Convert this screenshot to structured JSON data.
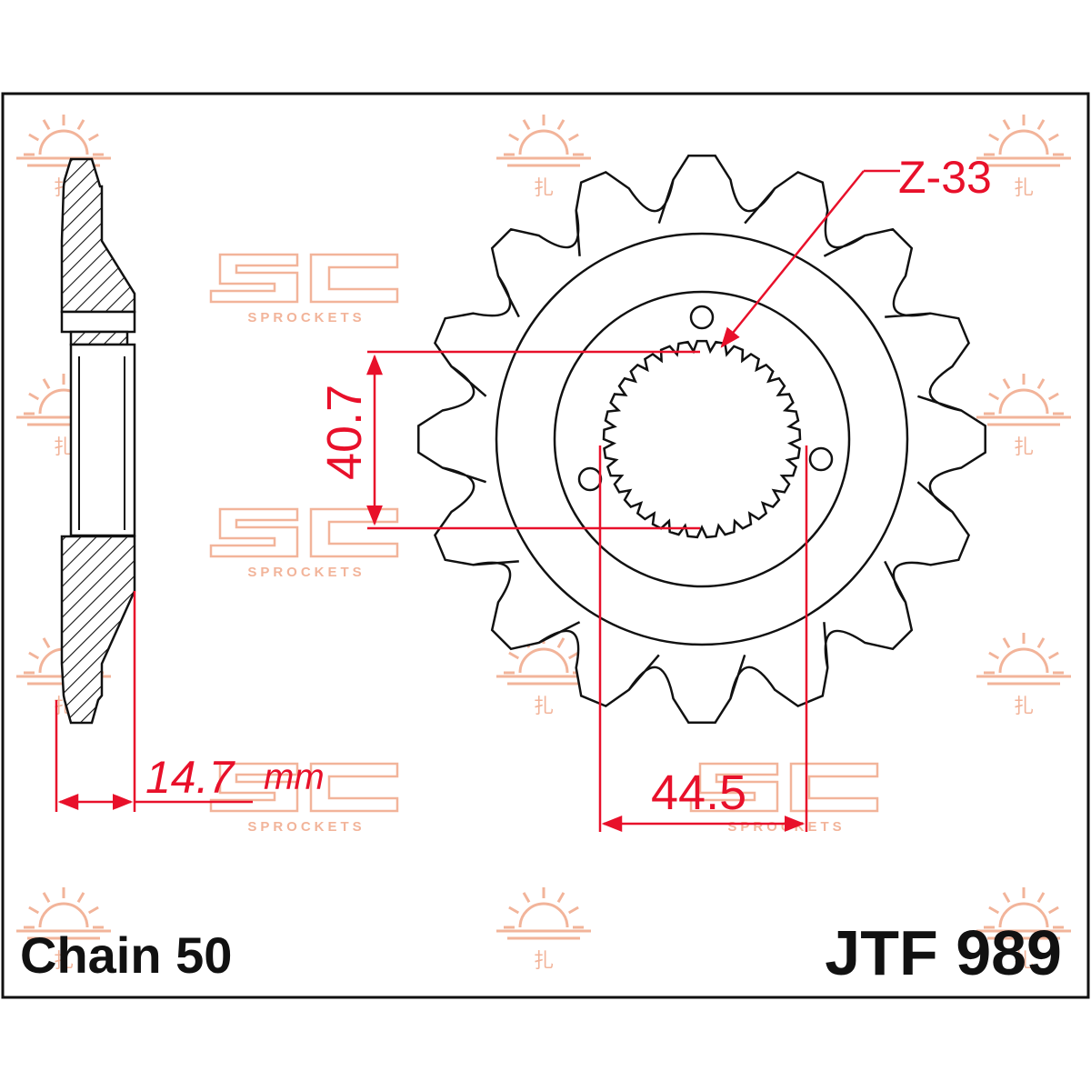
{
  "diagram": {
    "teeth_label": "Z-33",
    "height_dim": "40.7",
    "offset_dim": "14.7",
    "offset_unit": "mm",
    "width_dim": "44.5",
    "chain_label": "Chain 50",
    "part_number": "JTF 989"
  },
  "watermark": {
    "brand_text": "SPROCKETS",
    "mark_glyph": "扎"
  },
  "colors": {
    "dimension": "#e8102a",
    "outline": "#111111",
    "watermark": "#f2b49a",
    "frame": "#111111"
  },
  "sprocket": {
    "tooth_count": 16,
    "spline_count": 33,
    "bolt_holes": 3
  }
}
